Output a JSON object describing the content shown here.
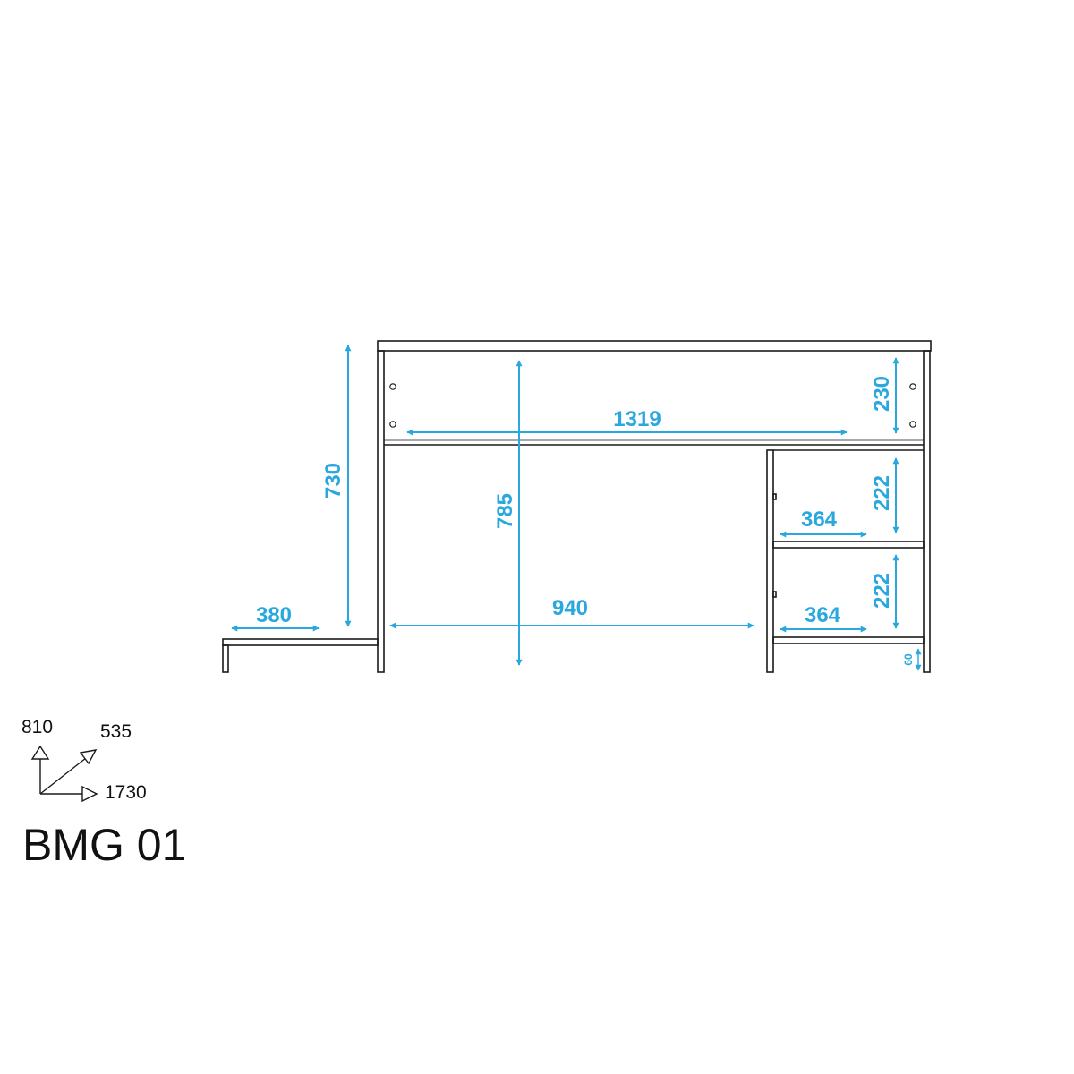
{
  "dimensions": {
    "d1319": "1319",
    "d785": "785",
    "d730": "730",
    "d230": "230",
    "d222_top": "222",
    "d222_bottom": "222",
    "d364_top": "364",
    "d364_bottom": "364",
    "d940": "940",
    "d380": "380",
    "d60": "60"
  },
  "overall": {
    "height": "810",
    "depth": "535",
    "width": "1730"
  },
  "model": "BMG 01",
  "colors": {
    "dimension": "#29a8df",
    "outline": "#1a1a1a"
  }
}
